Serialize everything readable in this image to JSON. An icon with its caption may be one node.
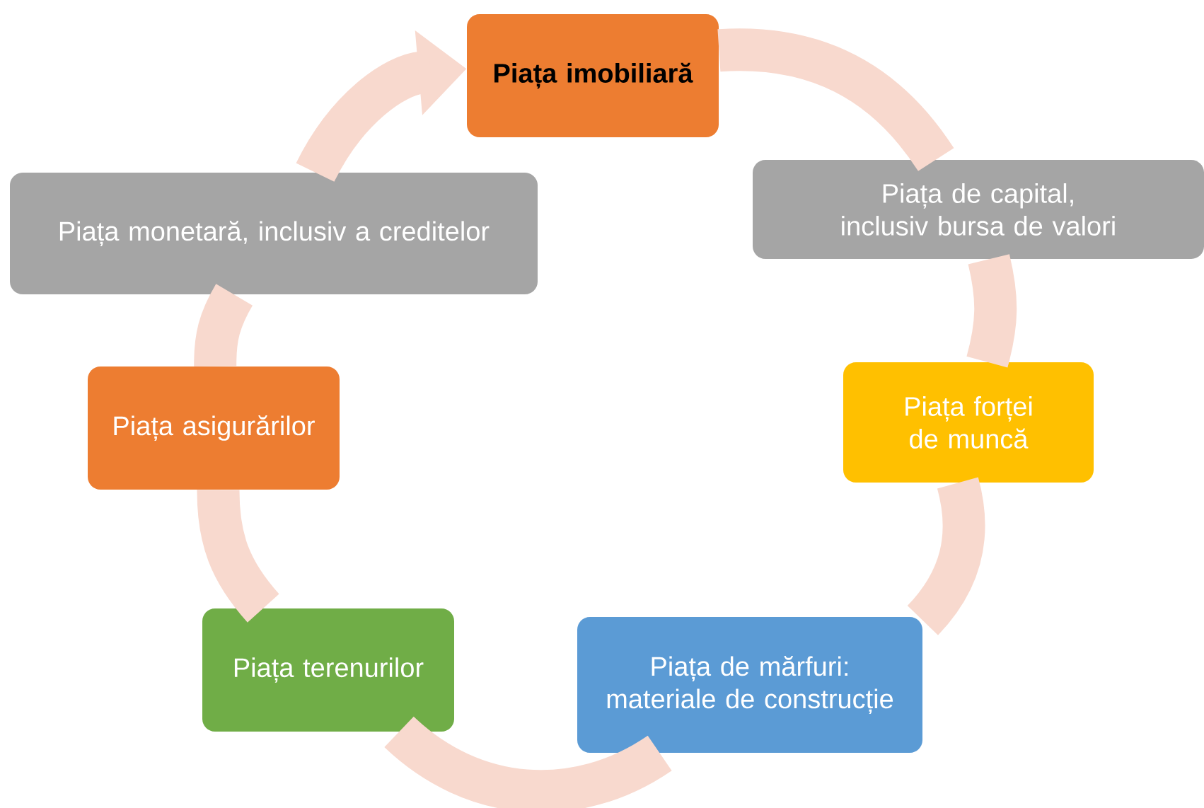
{
  "diagram": {
    "nodes": [
      {
        "text": [
          "Piața imobiliară"
        ]
      },
      {
        "text": [
          "Piața de capital, inclusiv bursa de valori"
        ]
      },
      {
        "text": [
          "Piața monetară, inclusiv a creditelor"
        ]
      },
      {
        "text": [
          "Piața forței de muncă"
        ]
      },
      {
        "text": [
          "Piața asigurărilor"
        ]
      },
      {
        "text": [
          "Piața de mărfuri: materiale de construcție"
        ]
      },
      {
        "text": [
          "Piața terenurilor"
        ]
      }
    ],
    "edges": [
      {
        "from": 0,
        "to": 1,
        "arrow": "none"
      },
      {
        "from": 1,
        "to": 3,
        "arrow": "none"
      },
      {
        "from": 3,
        "to": 5,
        "arrow": "none"
      },
      {
        "from": 5,
        "to": 6,
        "arrow": "none"
      },
      {
        "from": 6,
        "to": 4,
        "arrow": "none"
      },
      {
        "from": 4,
        "to": 2,
        "arrow": "none"
      },
      {
        "from": 2,
        "to": 0,
        "arrow": "to"
      }
    ]
  }
}
